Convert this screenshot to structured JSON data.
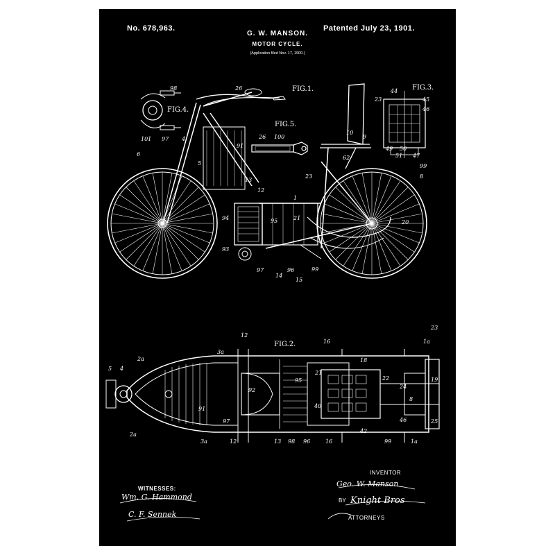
{
  "header": {
    "patent_number": "No. 678,963.",
    "inventor_name": "G. W. MANSON.",
    "title": "MOTOR CYCLE.",
    "application": "(Application filed Nov. 17, 1900.)",
    "patented": "Patented July 23, 1901."
  },
  "figures": {
    "fig1": "FIG.1.",
    "fig2": "FIG.2.",
    "fig3": "FIG.3.",
    "fig4": "FIG.4.",
    "fig5": "FIG.5."
  },
  "callouts": {
    "n26a": "26",
    "n98": "98",
    "n101": "101",
    "n97a": "97",
    "n4a": "4",
    "n6": "6",
    "n5a": "5",
    "n26b": "26",
    "n100": "100",
    "n10": "10",
    "n9": "9",
    "n91a": "91",
    "n13a": "13",
    "n12a": "12",
    "n23a": "23",
    "n62": "62",
    "n8a": "8",
    "n1a": "1",
    "n21a": "21",
    "n94": "94",
    "n95a": "95",
    "n93": "93",
    "n97b": "97",
    "n14": "14",
    "n96a": "96",
    "n15": "15",
    "n99a": "99",
    "n20": "20",
    "n44": "44",
    "n23b": "23",
    "n45": "45",
    "n46a": "46",
    "n49": "49",
    "n50": "50",
    "n51": "51",
    "n47": "47",
    "n99b": "99",
    "n12b": "12",
    "n3a": "3a",
    "n16a": "16",
    "n23c": "23",
    "n1b": "1a",
    "n5b": "5",
    "n4b": "4",
    "n2a": "2a",
    "n18": "18",
    "n19": "19",
    "n92": "92",
    "n91b": "91",
    "n95b": "95",
    "n40": "40",
    "n21b": "21",
    "n22": "22",
    "n24": "24",
    "n8b": "8",
    "n46b": "46",
    "n42": "42",
    "n25": "25",
    "n97c": "97",
    "n2b": "2a",
    "n3b": "3a",
    "n12c": "12",
    "n13b": "13",
    "n98b": "98",
    "n96b": "96",
    "n16b": "16",
    "n99c": "99",
    "n1c": "1a"
  },
  "footer": {
    "witnesses_label": "WITNESSES:",
    "witness1_signature": "Wm. G. Hammond",
    "witness2_signature": "C. F. Sennek",
    "inventor_label": "INVENTOR",
    "inventor_signature": "Geo. W. Manson",
    "by_label": "BY",
    "attorney_signature": "Knight Bros",
    "attorneys_label": "ATTORNEYS"
  },
  "colors": {
    "background": "#000000",
    "ink": "#ffffff",
    "mat": "#ffffff"
  }
}
